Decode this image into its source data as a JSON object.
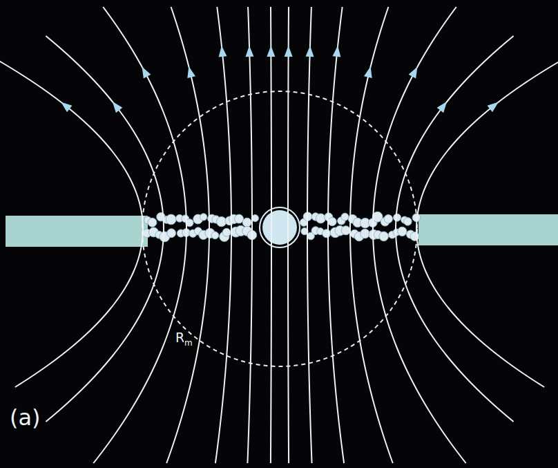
{
  "diagram": {
    "labels": [
      "R",
      "m",
      "(a)"
    ]
  }
}
